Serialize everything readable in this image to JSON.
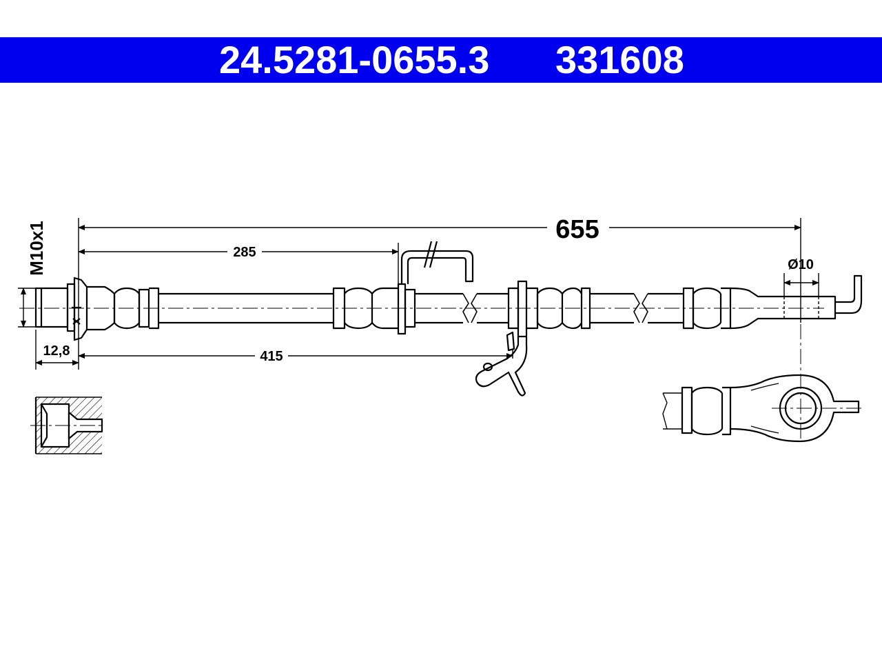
{
  "header": {
    "part_number": "24.5281-0655.3",
    "ref_number": "331608",
    "background": "#0000ee",
    "text_color": "#ffffff"
  },
  "dimensions": {
    "total_length": "655",
    "to_first_clip": "285",
    "to_bracket": "415",
    "thread": "M10x1",
    "fitting_length": "12,8",
    "eye_diameter": "Ø10"
  }
}
